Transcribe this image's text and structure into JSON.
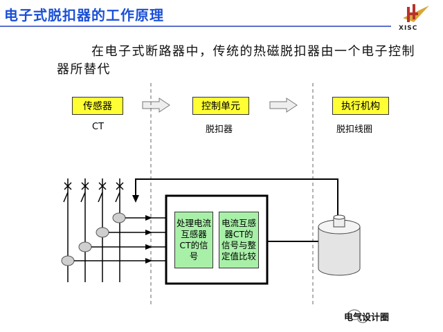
{
  "header": {
    "title": "电子式脱扣器的工作原理",
    "logo_text": "XISC"
  },
  "intro": "在电子式断路器中，传统的热磁脱扣器由一个电子控制器所替代",
  "stages": [
    {
      "label": "传感器",
      "sub": "CT"
    },
    {
      "label": "控制单元",
      "sub": "脱扣器"
    },
    {
      "label": "执行机构",
      "sub": "脱扣线圈"
    }
  ],
  "controller": {
    "box1": "处理电流互感器CT的信号",
    "box2": "电流互感器CT的信号与整定值比较"
  },
  "watermark": "电气设计圈",
  "colors": {
    "title": "#1a4fd6",
    "stage_fill": "#ffff33",
    "box_fill": "#a8f0a8",
    "dash": "#666666"
  }
}
